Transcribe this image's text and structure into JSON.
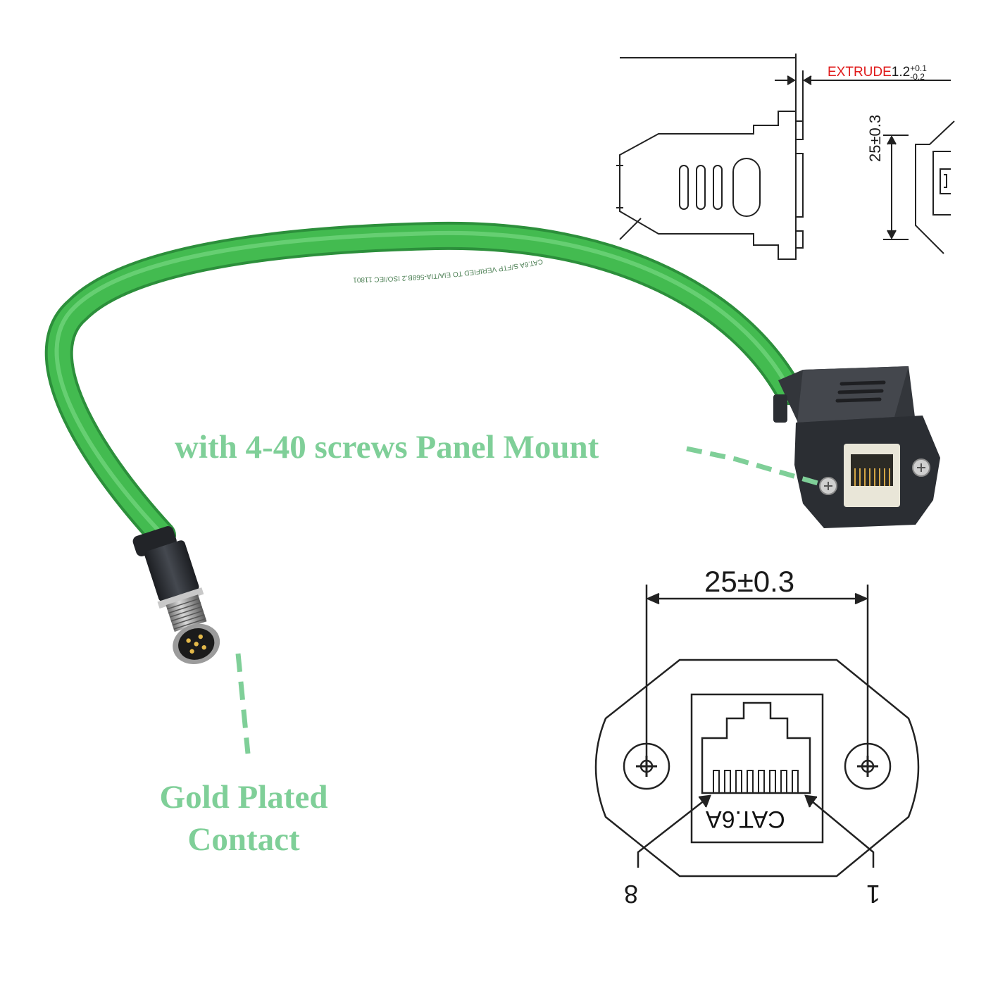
{
  "callouts": {
    "panel_mount": "with 4-40 screws Panel Mount",
    "gold_line1": "Gold Plated",
    "gold_line2": "Contact"
  },
  "dimensions": {
    "jack_width": "25±0.3",
    "jack_height_side": "25±0.3",
    "extrude_word": "EXTRUDE",
    "extrude_value": "1.2",
    "extrude_tol_plus": "+0.1",
    "extrude_tol_minus": "-0.2",
    "pin_left": "8",
    "pin_right": "1",
    "jack_category": "CAT.6A"
  },
  "cable_print": "CAT.6A S/FTP VERIFIED TO EIA/TIA-568B.2 ISO/IEC 11801",
  "colors": {
    "callout_green": "#7fcf98",
    "cable_green": "#3fb54c",
    "cable_green_dark": "#2c8f3b",
    "connector_black": "#2b2e33",
    "extrude_red": "#e01a1a"
  }
}
